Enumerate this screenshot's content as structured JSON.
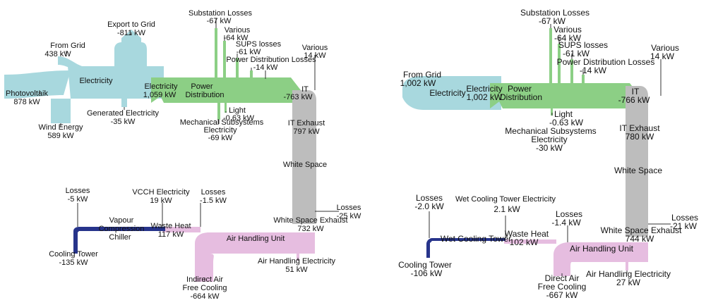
{
  "colors": {
    "electricity": "#a8d8de",
    "power": "#8ccf85",
    "it": "#bdbdbd",
    "air": "#e6bde0",
    "cooling": "#27348b",
    "loss_line": "#333333"
  },
  "left": {
    "flows": {
      "from_grid": {
        "name": "From Grid",
        "value": "438 kW"
      },
      "export_grid": {
        "name": "Export to Grid",
        "value": "-811 kW"
      },
      "photovoltaik": {
        "name": "Photovoltaik",
        "value": "878 kW"
      },
      "wind": {
        "name": "Wind Energy",
        "value": "589 kW"
      },
      "generated": {
        "name": "Generated Electricity",
        "value": "-35 kW"
      },
      "electricity_node": "Electricity",
      "electricity_out": {
        "name": "Electricity",
        "value": "1,059 kW"
      },
      "power_dist_1": "Power",
      "power_dist_2": "Distribution",
      "substation": {
        "name": "Substation Losses",
        "value": "-67 kW"
      },
      "various_a": {
        "name": "Various",
        "value": "-64 kW"
      },
      "sups": {
        "name": "SUPS losses",
        "value": "-61 kW"
      },
      "pdl": {
        "name": "Power Distribution Losses",
        "value": "-14 kW"
      },
      "various_b": {
        "name": "Various",
        "value": "14 kW"
      },
      "it": {
        "name": "IT",
        "value": "-763 kW"
      },
      "light": {
        "name": "Light",
        "value": "-0.63 kW"
      },
      "mech_1": "Mechanical Subsystems",
      "mech_2": "Electricity",
      "mech_val": "-69 kW",
      "it_exhaust": {
        "name": "IT Exhaust",
        "value": "797 kW"
      },
      "white_space": "White Space",
      "losses_r": {
        "name": "Losses",
        "value": "-25 kW"
      },
      "ws_exhaust": {
        "name": "White Space Exhaust",
        "value": "732 kW"
      },
      "losses_1": {
        "name": "Losses",
        "value": "-5 kW"
      },
      "vcch": {
        "name": "VCCH Electricity",
        "value": "19 kW"
      },
      "losses_2": {
        "name": "Losses",
        "value": "-1.5 kW"
      },
      "vapour_1": "Vapour",
      "vapour_2": "Compression",
      "vapour_3": "Chiller",
      "waste_heat": {
        "name": "Waste Heat",
        "value": "117 kW"
      },
      "air_handling": "Air Handling Unit",
      "cooling_tower": {
        "name": "Cooling Tower",
        "value": "-135 kW"
      },
      "indirect_1": "Indirect Air",
      "indirect_2": "Free Cooling",
      "indirect_val": "-664 kW",
      "ahe": {
        "name": "Air Handling Electricity",
        "value": "51 kW"
      }
    }
  },
  "right": {
    "flows": {
      "from_grid": {
        "name": "From Grid",
        "value": "1,002 kW"
      },
      "electricity_node": "Electricity",
      "electricity_out": {
        "name": "Electricity",
        "value": "1,002 kW"
      },
      "power_dist_1": "Power",
      "power_dist_2": "Distribution",
      "substation": {
        "name": "Substation Losses",
        "value": "-67 kW"
      },
      "various_a": {
        "name": "Various",
        "value": "-64 kW"
      },
      "sups": {
        "name": "SUPS losses",
        "value": "-61 kW"
      },
      "pdl": {
        "name": "Power Distribution Losses",
        "value": "-14 kW"
      },
      "various_b": {
        "name": "Various",
        "value": "14 kW"
      },
      "it": {
        "name": "IT",
        "value": "-766 kW"
      },
      "light": {
        "name": "Light",
        "value": "-0.63 kW"
      },
      "mech_1": "Mechanical Subsystems",
      "mech_2": "Electricity",
      "mech_val": "-30 kW",
      "it_exhaust": {
        "name": "IT Exhaust",
        "value": "780 kW"
      },
      "white_space": "White Space",
      "losses_r": {
        "name": "Losses",
        "value": "-21 kW"
      },
      "ws_exhaust": {
        "name": "White Space Exhaust",
        "value": "744 kW"
      },
      "losses_1": {
        "name": "Losses",
        "value": "-2.0 kW"
      },
      "wcte": {
        "name": "Wet Cooling Tower Electricity",
        "value": "2.1 kW"
      },
      "losses_2": {
        "name": "Losses",
        "value": "-1.4 kW"
      },
      "wet_ct": "Wet Cooling Tower",
      "waste_heat": {
        "name": "Waste Heat",
        "value": "102 kW"
      },
      "air_handling": "Air Handling Unit",
      "cooling_tower": {
        "name": "Cooling Tower",
        "value": "-106 kW"
      },
      "direct_1": "Direct Air",
      "direct_2": "Free Cooling",
      "direct_val": "-667 kW",
      "ahe": {
        "name": "Air Handling Electricity",
        "value": "27 kW"
      }
    }
  }
}
